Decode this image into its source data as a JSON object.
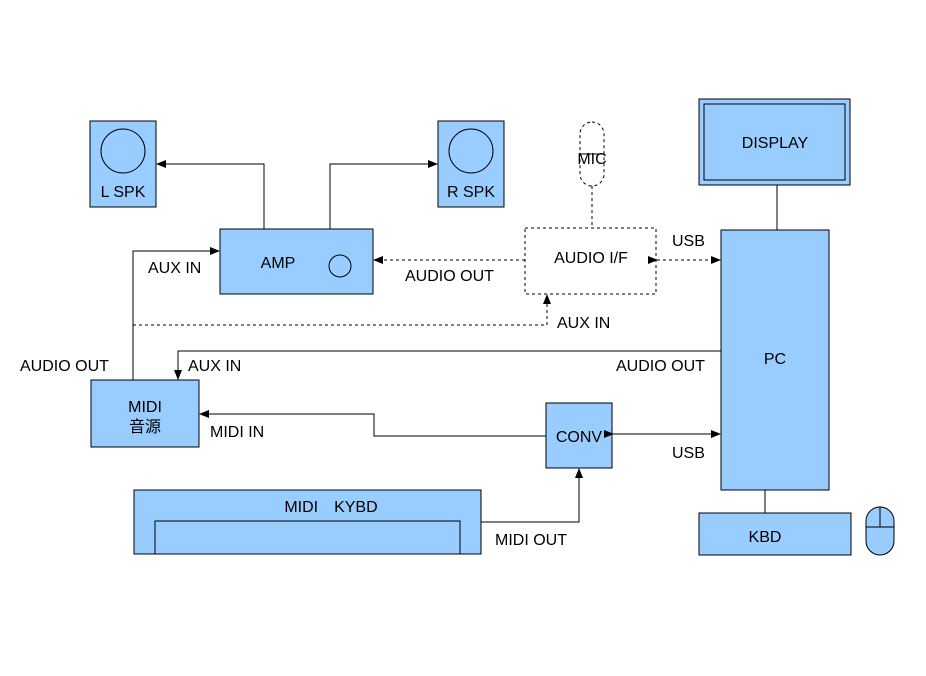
{
  "labels": {
    "l_spk": "L SPK",
    "r_spk": "R SPK",
    "mic": "MIC",
    "display": "DISPLAY",
    "amp": "AMP",
    "audio_if": "AUDIO I/F",
    "pc": "PC",
    "midi_gen_line1": "MIDI",
    "midi_gen_line2": "音源",
    "conv": "CONV",
    "midi_kybd": "MIDI　KYBD",
    "kbd": "KBD"
  },
  "connections": {
    "aux_in_amp": "AUX IN",
    "audio_out_if": "AUDIO OUT",
    "usb_if": "USB",
    "aux_in_if": "AUX IN",
    "audio_out_midi": "AUDIO OUT",
    "aux_in_midi": "AUX IN",
    "audio_out_pc": "AUDIO OUT",
    "midi_in": "MIDI IN",
    "usb_conv": "USB",
    "midi_out": "MIDI OUT"
  },
  "colors": {
    "box_fill": "#99ccff",
    "line": "#000000"
  }
}
